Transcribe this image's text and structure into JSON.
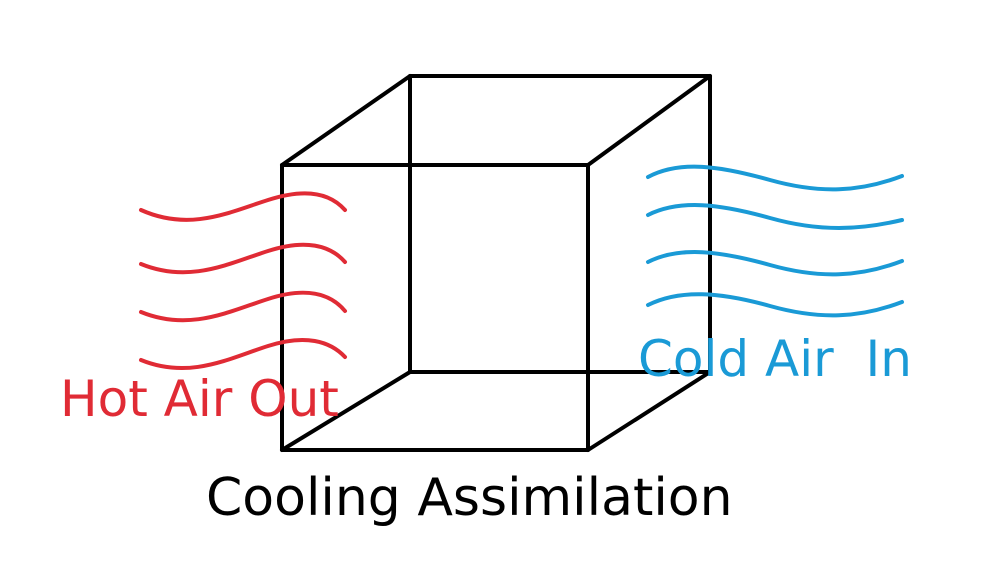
{
  "labels": {
    "hot_air": "Hot Air Out",
    "cold_air": "Cold Air  In",
    "caption": "Cooling Assimilation"
  },
  "colors": {
    "hot": "#e02b35",
    "cold": "#1a9ad6",
    "outline": "#000000",
    "text": "#000000"
  },
  "icons": {
    "cube": "wireframe-cube-icon",
    "hot_waves": "hot-air-wave-icon",
    "cold_waves": "cold-air-wave-icon"
  }
}
